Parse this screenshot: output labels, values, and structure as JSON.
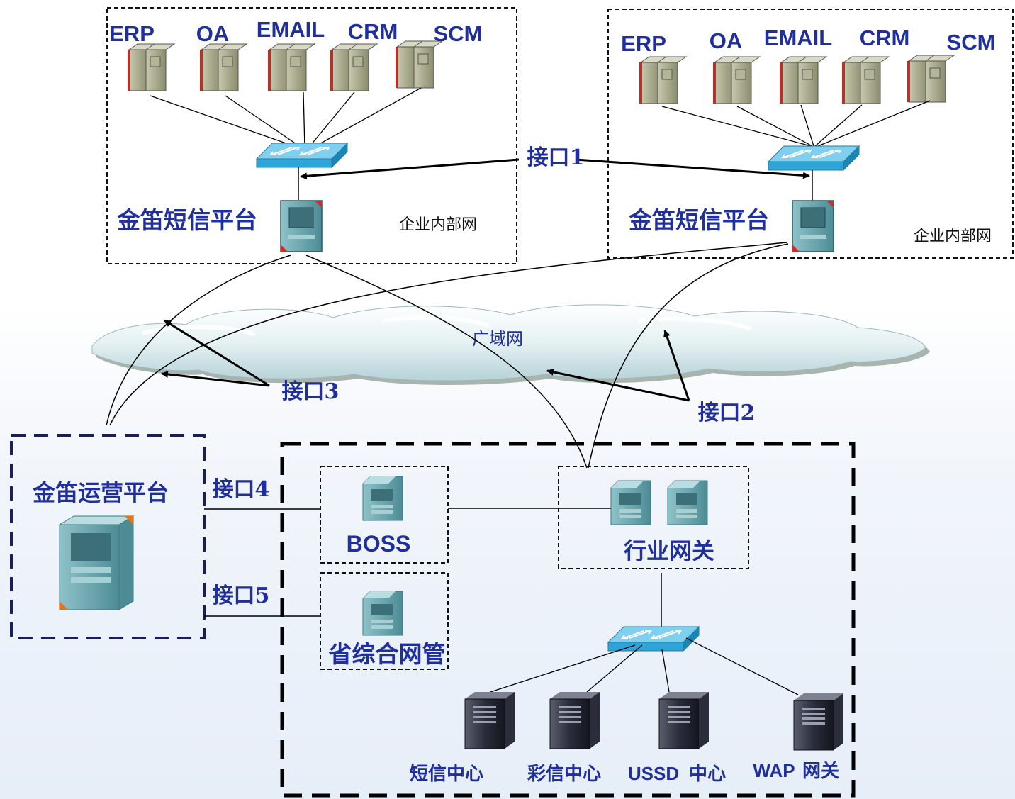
{
  "enterprise_left": {
    "apps": [
      "ERP",
      "OA",
      "EMAIL",
      "CRM",
      "SCM"
    ],
    "platform_label": "金笛短信平台",
    "network_label": "企业内部网"
  },
  "enterprise_right": {
    "apps": [
      "ERP",
      "OA",
      "EMAIL",
      "CRM",
      "SCM"
    ],
    "platform_label": "金笛短信平台",
    "network_label": "企业内部网"
  },
  "interfaces": {
    "if1": "接口1",
    "if2": "接口2",
    "if3": "接口3",
    "if4": "接口4",
    "if5": "接口5"
  },
  "wan_label": "广域网",
  "operations_platform_label": "金笛运营平台",
  "carrier": {
    "boss_label": "BOSS",
    "gateway_label": "行业网关",
    "netmgmt_label": "省综合网管",
    "centers": {
      "sms_prefix": "短信中心",
      "mms_prefix": "彩信中心",
      "ussd_prefix": "USSD",
      "ussd_suffix": "中心",
      "wap_prefix": "WAP",
      "wap_suffix": "网关"
    }
  },
  "colors": {
    "label_blue": "#1f2f9c",
    "border_navy": "#1a1f5c",
    "switch_blue": "#2fa4d6",
    "server_teal": "#5e9ea6",
    "app_server_khaki": "#9fa182"
  }
}
